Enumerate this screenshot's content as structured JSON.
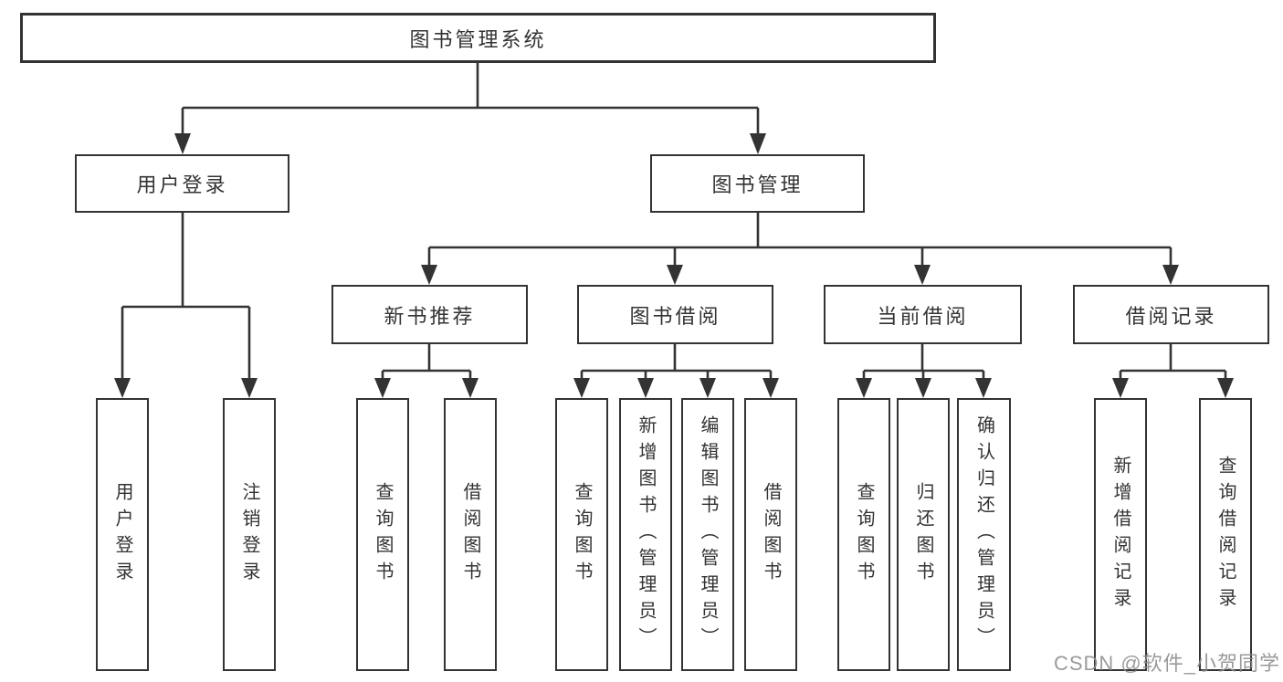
{
  "diagram": {
    "title": "图书管理系统",
    "branches": [
      {
        "label": "用户登录",
        "children": [
          {
            "label": "用户登录"
          },
          {
            "label": "注销登录"
          }
        ]
      },
      {
        "label": "图书管理",
        "children": [
          {
            "label": "新书推荐",
            "children": [
              {
                "label": "查询图书"
              },
              {
                "label": "借阅图书"
              }
            ]
          },
          {
            "label": "图书借阅",
            "children": [
              {
                "label": "查询图书"
              },
              {
                "label": "新增图书（管理员）"
              },
              {
                "label": "编辑图书（管理员）"
              },
              {
                "label": "借阅图书"
              }
            ]
          },
          {
            "label": "当前借阅",
            "children": [
              {
                "label": "查询图书"
              },
              {
                "label": "归还图书"
              },
              {
                "label": "确认归还（管理员）"
              }
            ]
          },
          {
            "label": "借阅记录",
            "children": [
              {
                "label": "新增借阅记录"
              },
              {
                "label": "查询借阅记录"
              }
            ]
          }
        ]
      }
    ]
  },
  "watermark": "CSDN @软件_小贺同学",
  "colors": {
    "line": "#333333",
    "text": "#333333",
    "watermark": "#8c8c8c",
    "background": "#ffffff"
  }
}
